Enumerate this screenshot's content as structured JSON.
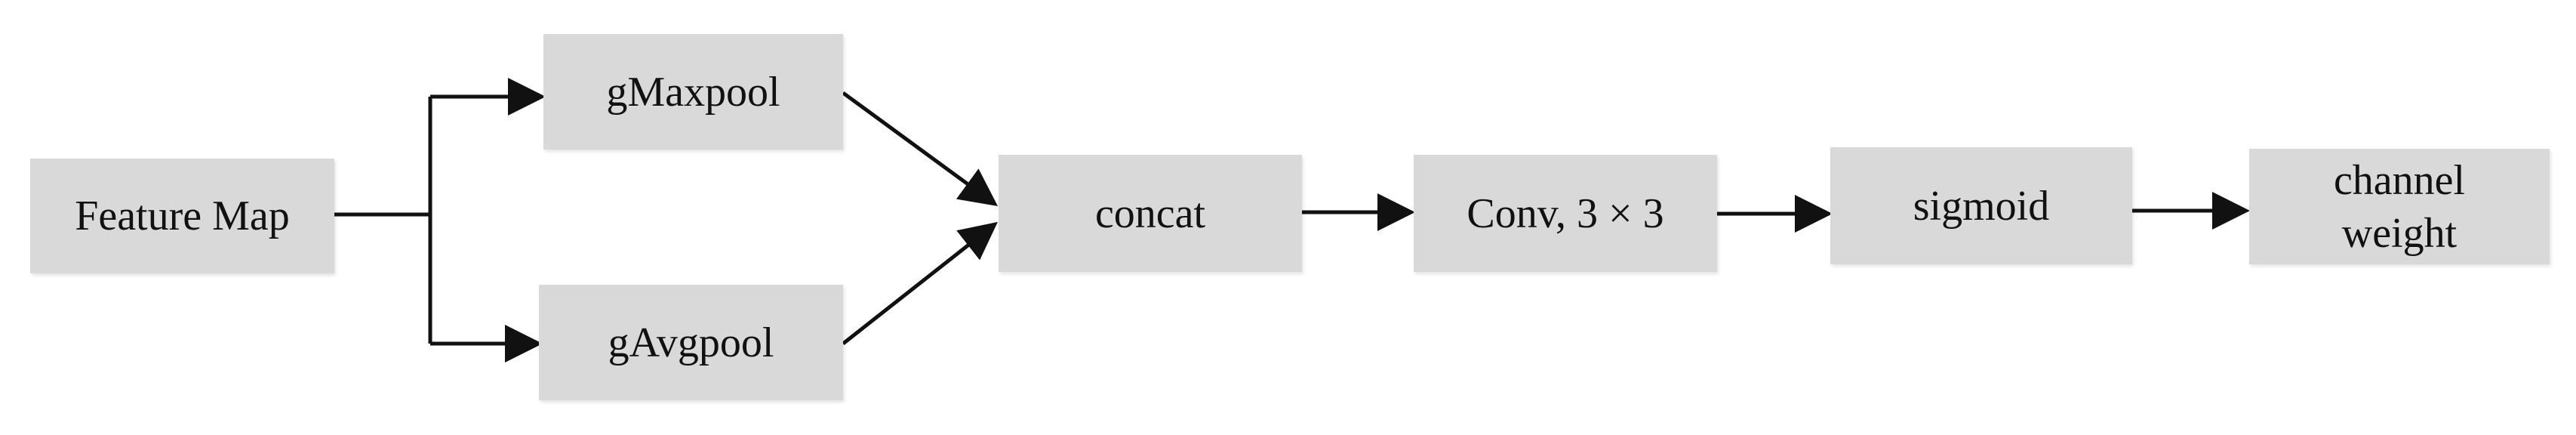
{
  "diagram": {
    "nodes": {
      "feature_map": {
        "label": "Feature Map"
      },
      "gmaxpool": {
        "label": "gMaxpool"
      },
      "gavgpool": {
        "label": "gAvgpool"
      },
      "concat": {
        "label": "concat"
      },
      "conv": {
        "label": "Conv, 3 × 3"
      },
      "sigmoid": {
        "label": "sigmoid"
      },
      "channel_weight": {
        "line1": "channel",
        "line2": "weight"
      }
    },
    "edges": [
      {
        "from": "feature_map",
        "to": "gmaxpool"
      },
      {
        "from": "feature_map",
        "to": "gavgpool"
      },
      {
        "from": "gmaxpool",
        "to": "concat"
      },
      {
        "from": "gavgpool",
        "to": "concat"
      },
      {
        "from": "concat",
        "to": "conv"
      },
      {
        "from": "conv",
        "to": "sigmoid"
      },
      {
        "from": "sigmoid",
        "to": "channel_weight"
      }
    ],
    "colors": {
      "box_fill": "#d9d9d9",
      "line": "#111111",
      "text": "#111111"
    }
  }
}
